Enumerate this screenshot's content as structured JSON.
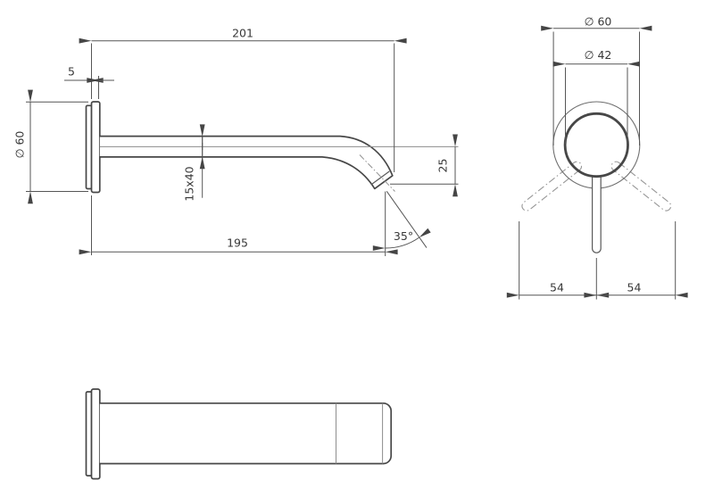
{
  "side_view": {
    "length_total": "201",
    "wall_plate_thickness": "5",
    "flange_diameter": "∅ 60",
    "spout_section": "15x40",
    "outlet_drop": "25",
    "length_to_outlet": "195",
    "outlet_angle": "35°"
  },
  "front_view": {
    "plate_diameter": "∅ 60",
    "ring_diameter": "∅ 42",
    "offset_left": "54",
    "offset_right": "54"
  },
  "colors": {
    "background": "#ffffff",
    "part_outline": "#474747",
    "dimension_lines": "#565656",
    "thin_lines": "#8d8d8d",
    "phantom_lines": "#979797",
    "text": "#383838"
  }
}
